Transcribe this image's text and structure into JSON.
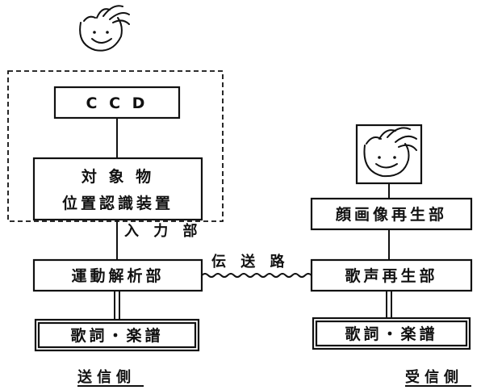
{
  "sender": {
    "input_section_label": "入 力 部",
    "ccd": "C C D",
    "recognizer_line1": "対 象 物",
    "recognizer_line2": "位置認識装置",
    "motion_analysis": "運動解析部",
    "lyrics_score": "歌詞・楽譜",
    "side_label": "送信側"
  },
  "channel": {
    "label": "伝 送 路"
  },
  "receiver": {
    "face_playback": "顔画像再生部",
    "voice_playback": "歌声再生部",
    "lyrics_score": "歌詞・楽譜",
    "side_label": "受信側"
  }
}
